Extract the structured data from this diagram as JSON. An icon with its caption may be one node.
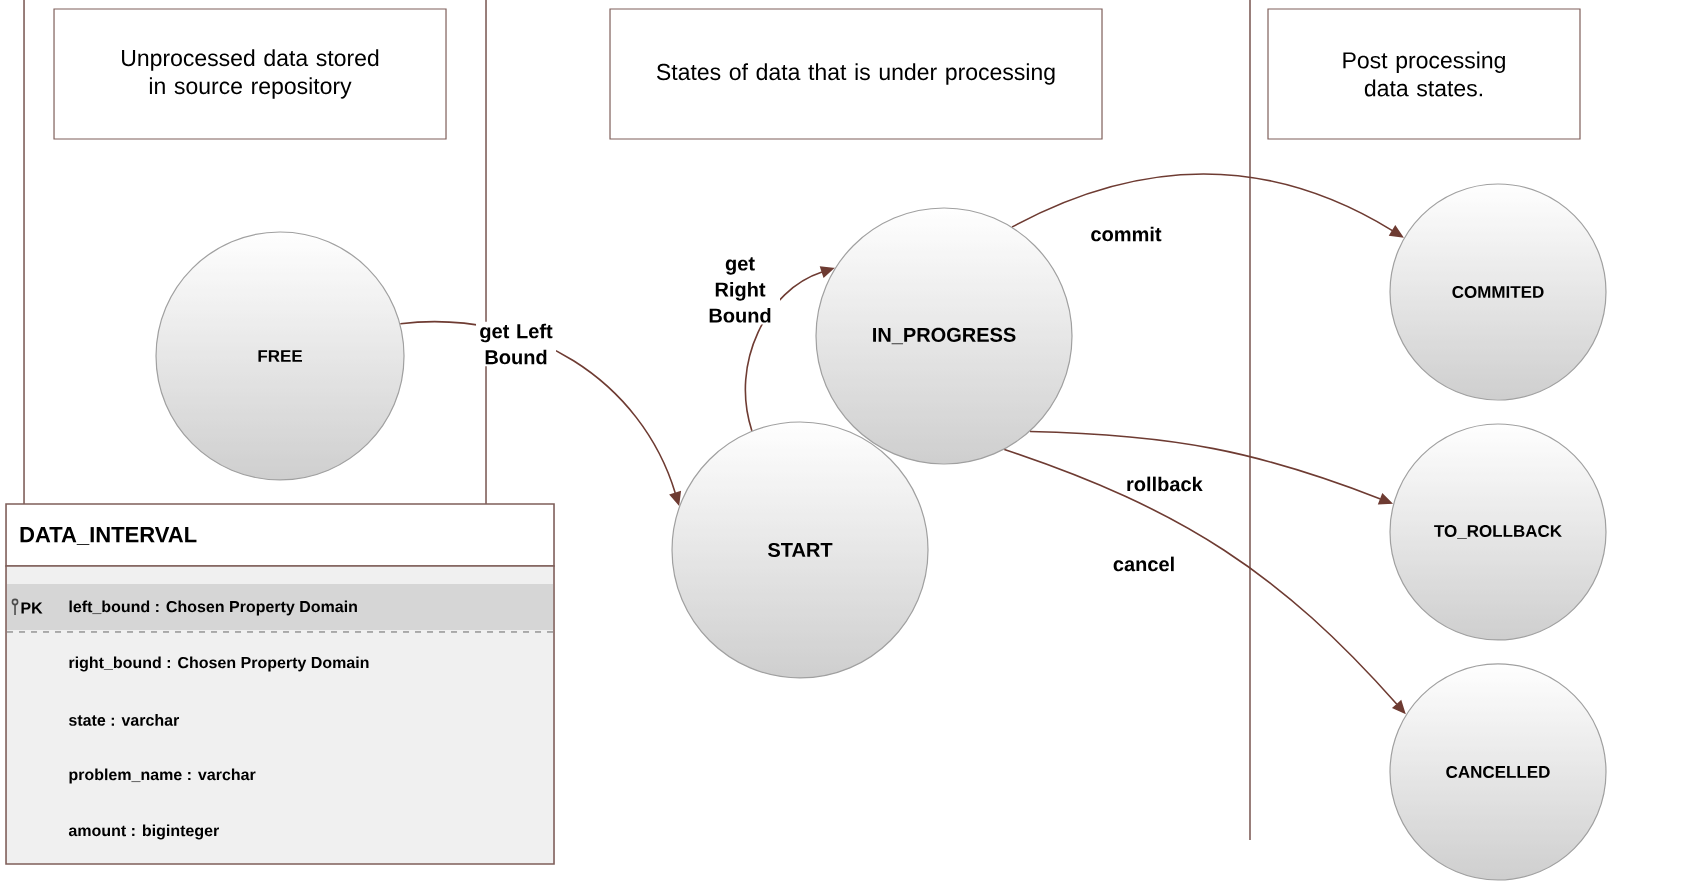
{
  "diagram": {
    "nodes": [
      {
        "text": [
          "Unprocessed data stored in source repository"
        ]
      },
      {
        "text": [
          "States of data that is under processing"
        ]
      },
      {
        "text": [
          "Post processing data states."
        ]
      },
      {
        "text": [
          "FREE"
        ]
      },
      {
        "text": [
          "START"
        ]
      },
      {
        "text": [
          "IN_PROGRESS"
        ]
      },
      {
        "text": [
          "COMMITED"
        ]
      },
      {
        "text": [
          "TO_ROLLBACK"
        ]
      },
      {
        "text": [
          "CANCELLED"
        ]
      },
      {
        "text": [
          "DATA_INTERVAL",
          "PK",
          "left_bound : Chosen Property Domain",
          "right_bound : Chosen Property Domain",
          "state : varchar",
          "problem_name : varchar",
          "amount : biginteger"
        ]
      }
    ],
    "edges": [
      {
        "from": 3,
        "to": 4,
        "arrow": "to",
        "label": "get Left Bound"
      },
      {
        "from": 4,
        "to": 5,
        "arrow": "to",
        "label": "get Right Bound"
      },
      {
        "from": 5,
        "to": 6,
        "arrow": "to",
        "label": "commit"
      },
      {
        "from": 5,
        "to": 7,
        "arrow": "to",
        "label": "rollback"
      },
      {
        "from": 5,
        "to": 8,
        "arrow": "to",
        "label": "cancel"
      }
    ]
  }
}
